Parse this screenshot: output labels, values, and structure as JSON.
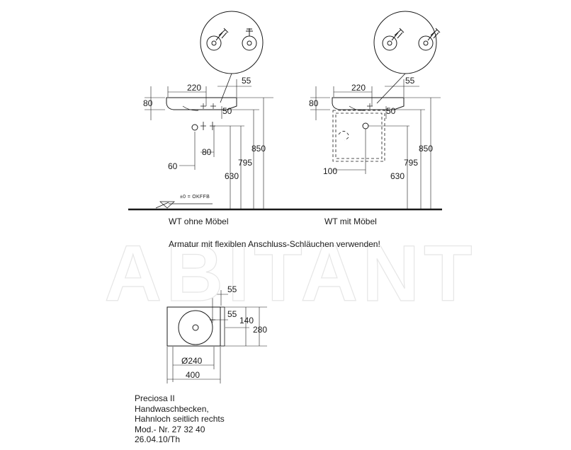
{
  "watermark": "ABITANT",
  "views": {
    "left_caption": "WT ohne Möbel",
    "right_caption": "WT mit Möbel"
  },
  "note": "Armatur mit flexiblen Anschluss-Schläuchen verwenden!",
  "floor_mark": "±0 = OKFFB",
  "dimensions": {
    "left": {
      "d220": "220",
      "d55": "55",
      "d80h": "80",
      "d50": "50",
      "d80": "80",
      "d60": "60",
      "d850": "850",
      "d795": "795",
      "d630": "630"
    },
    "right": {
      "d220": "220",
      "d55": "55",
      "d80h": "80",
      "d50": "50",
      "d100": "100",
      "d850": "850",
      "d795": "795",
      "d630": "630"
    },
    "plan": {
      "d55a": "55",
      "d55b": "55",
      "d140": "140",
      "d280": "280",
      "d240": "Ø240",
      "d400": "400"
    }
  },
  "title_block": {
    "line1": "Preciosa II",
    "line2": "Handwaschbecken,",
    "line3": "Hahnloch seitlich rechts",
    "line4": "Mod.- Nr. 27 32 40",
    "line5": "26.04.10/Th"
  }
}
